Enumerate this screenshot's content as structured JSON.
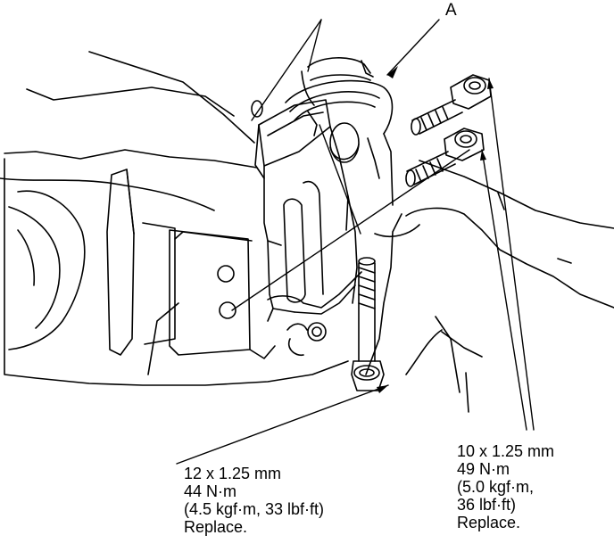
{
  "labels": {
    "part_a": "A"
  },
  "specs": {
    "lower_bolt": {
      "size": "12 x 1.25 mm",
      "torque_nm": "44 N·m",
      "torque_alt": "(4.5 kgf·m, 33 lbf·ft)",
      "note": "Replace."
    },
    "upper_bolts": {
      "size": "10 x 1.25 mm",
      "torque_nm": "49 N·m",
      "torque_alt_1": "(5.0 kgf·m,",
      "torque_alt_2": "36 lbf·ft)",
      "note": "Replace."
    }
  },
  "colors": {
    "line": "#000000",
    "background": "#ffffff"
  }
}
